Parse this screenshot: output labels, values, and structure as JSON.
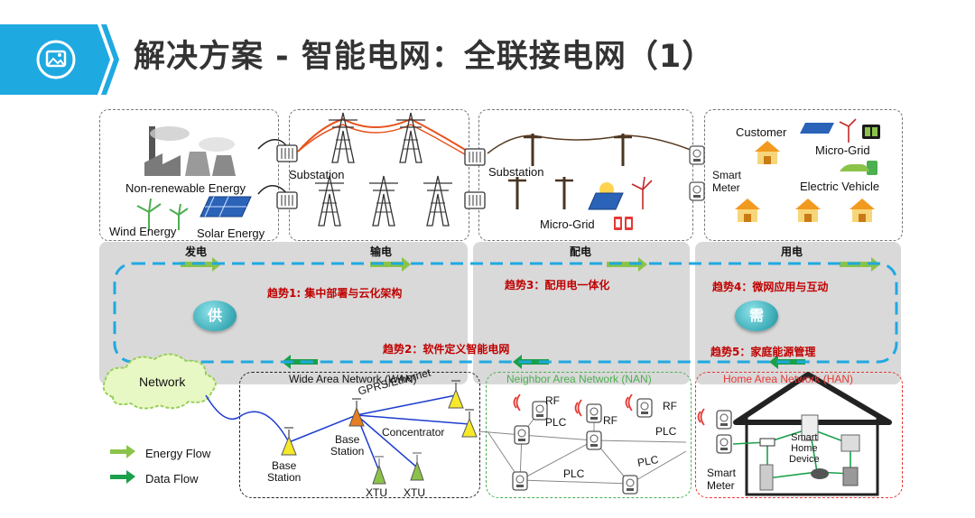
{
  "header": {
    "title": "解决方案 - 智能电网：全联接电网（1）",
    "icon": "image-icon",
    "accent": "#1fa9e1"
  },
  "top_panels": {
    "generation": {
      "non_renewable": "Non-renewable Energy",
      "wind": "Wind Energy",
      "solar": "Solar Energy"
    },
    "transmission": {
      "substation": "Substation"
    },
    "distribution": {
      "substation": "Substation",
      "micro_grid": "Micro-Grid"
    },
    "consumption": {
      "customer": "Customer",
      "micro_grid": "Micro-Grid",
      "smart_meter": "Smart\nMeter",
      "ev": "Electric Vehicle"
    }
  },
  "stages": [
    "发电",
    "输电",
    "配电",
    "用电"
  ],
  "bubbles": {
    "supply": "供",
    "demand": "需"
  },
  "trends": [
    "趋势1: 集中部署与云化架构",
    "趋势2：软件定义智能电网",
    "趋势3：配用电一体化",
    "趋势4：微网应用与互动",
    "趋势5：家庭能源管理"
  ],
  "network": {
    "cloud": "Network",
    "wan": {
      "title": "Wide Area Network (WAN)",
      "gprs": "GPRS/Ethernet",
      "base1": "Base\nStation",
      "base2": "Base\nStation",
      "concentrator": "Concentrator",
      "xtu": "XTU"
    },
    "nan": {
      "title": "Neighbor Area  Network (NAN)",
      "rf": "RF",
      "plc": "PLC"
    },
    "han": {
      "title": "Home Area Network (HAN)",
      "device": "Smart\nHome\nDevice",
      "meter": "Smart\nMeter"
    }
  },
  "legend": {
    "energy": "Energy Flow",
    "data": "Data Flow"
  },
  "colors": {
    "energy_arrow": "#8bc34a",
    "data_arrow": "#1aa04a",
    "dash_loop": "#1fa9e1",
    "trend_text": "#c00000",
    "nan_border": "#4caf50",
    "han_border": "#e53935"
  }
}
